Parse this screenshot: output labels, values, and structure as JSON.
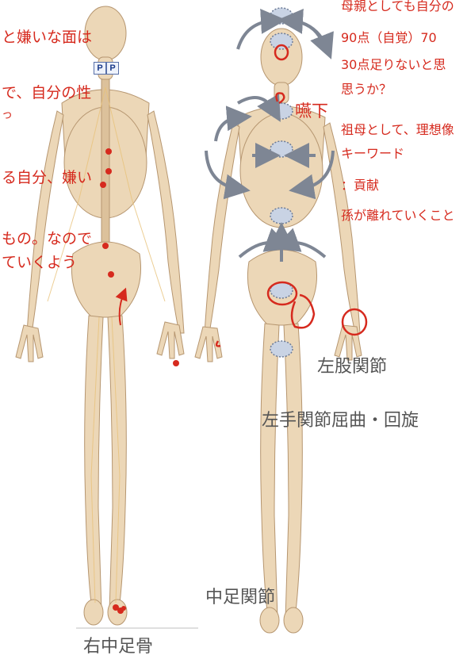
{
  "notes_left": [
    "と嫌いな面は",
    "で、自分の性",
    "っ",
    "る自分、嫌い",
    "もの。なので",
    "ていくよう"
  ],
  "notes_right": [
    "母親としても自分の",
    "90点（自覚）70",
    "30点足りないと思",
    "思うか？",
    "祖母として、理想像",
    "キーワード",
    "：貢献",
    "孫が離れていくこと"
  ],
  "pbox_labels": [
    "P",
    "P"
  ],
  "labels": {
    "swallow": "嚥下",
    "left_hip": "左股関節",
    "left_wrist": "左手関節屈曲・回旋",
    "midfoot": "中足関節",
    "right_metatarsal": "右中足骨"
  },
  "colors": {
    "annotation_red": "#d62a1e",
    "arrow_gray": "#7e8694",
    "bone": "#e9d2b0",
    "label_gray": "#555555"
  }
}
